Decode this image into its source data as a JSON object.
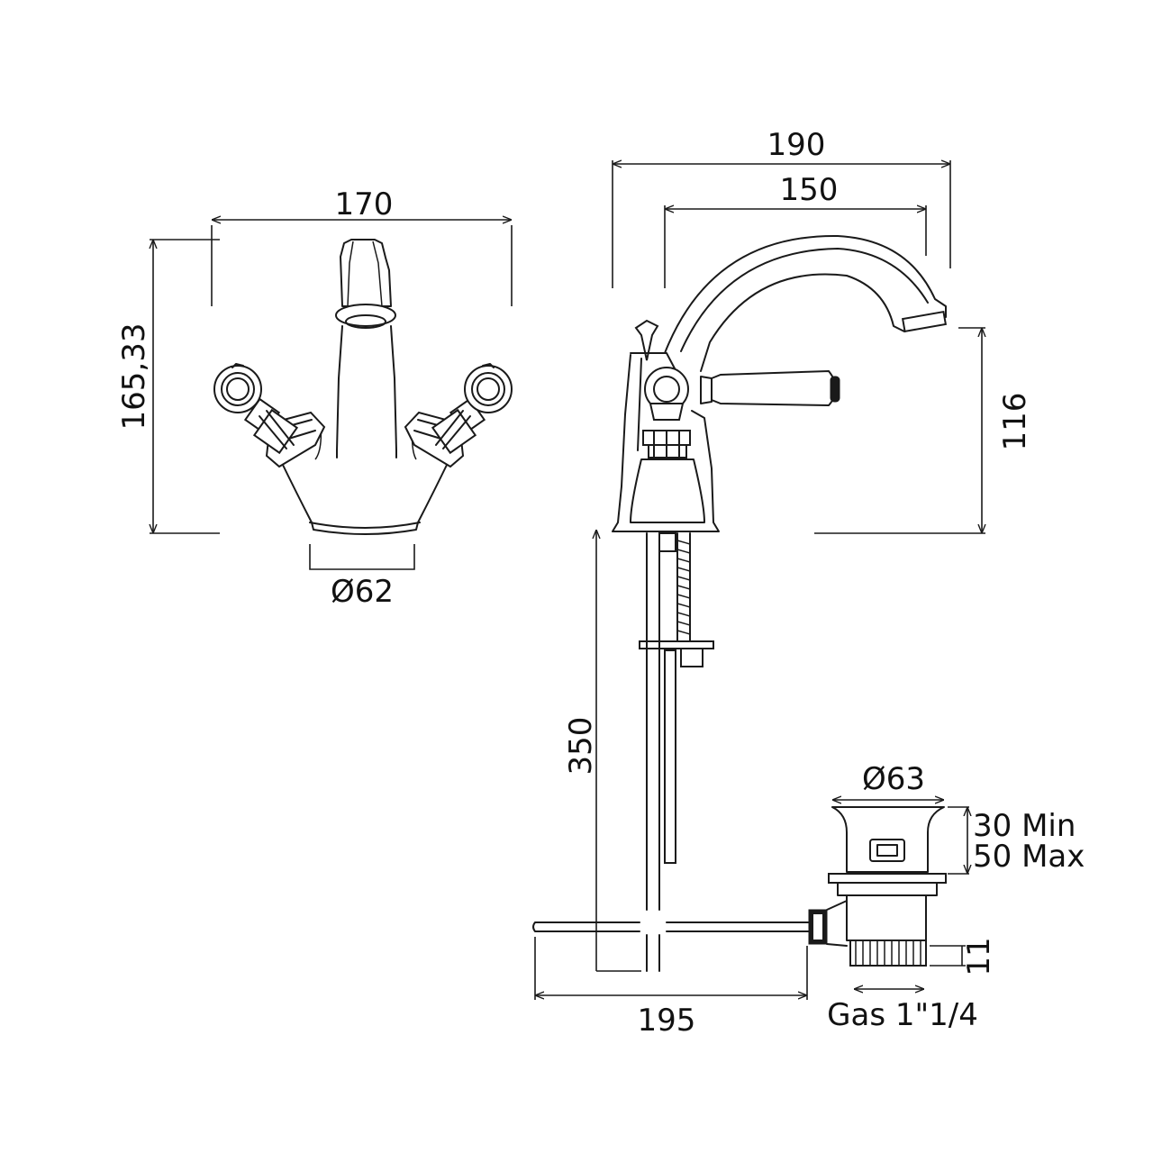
{
  "front_view": {
    "width": "170",
    "height": "165,33",
    "base_diameter": "Ø62"
  },
  "side_view": {
    "overall_reach": "190",
    "spout_reach": "150",
    "height": "116",
    "rod_length": "350",
    "rod_reach": "195"
  },
  "waste": {
    "diameter": "Ø63",
    "thickness_min": "30 Min",
    "thickness_max": "50 Max",
    "thread_height": "11",
    "thread_spec": "Gas 1\"1/4"
  },
  "colors": {
    "line": "#1a1a1a",
    "background": "#ffffff"
  }
}
